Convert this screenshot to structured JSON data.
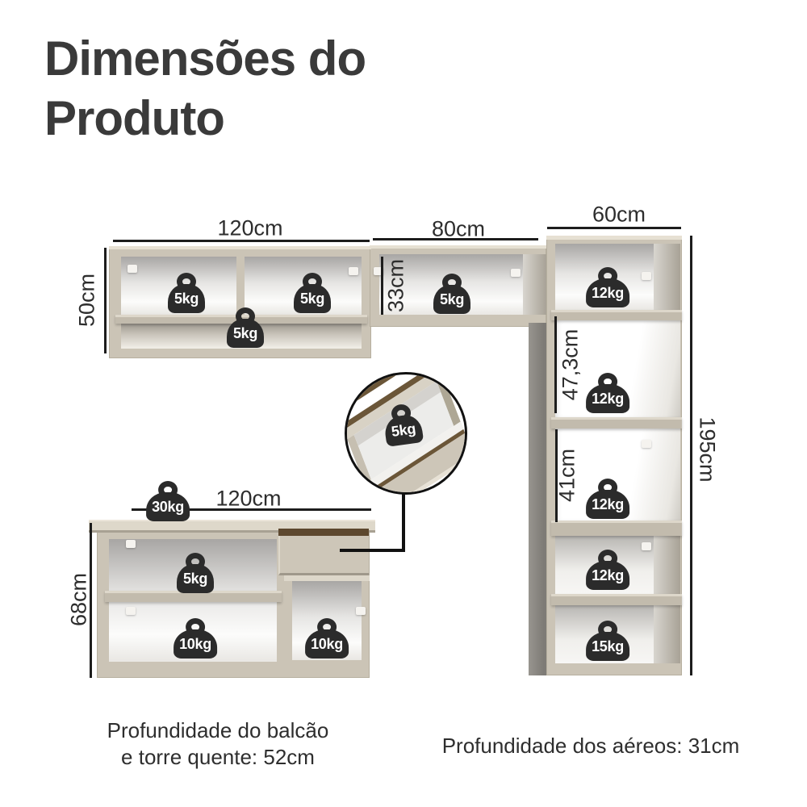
{
  "title": {
    "line1": "Dimensões do",
    "line2": "Produto"
  },
  "cabinets": {
    "aerial_left": {
      "width_label": "120cm",
      "height_label": "50cm",
      "weight_left": "5kg",
      "weight_right": "5kg",
      "weight_bottom": "5kg"
    },
    "aerial_mid": {
      "width_label": "80cm",
      "height_label": "33cm",
      "weight": "5kg"
    },
    "tower": {
      "width_label": "60cm",
      "height_label": "195cm",
      "weight_s1": "12kg",
      "section2_label": "47,3cm",
      "weight_s2": "12kg",
      "section3_label": "41cm",
      "weight_s3": "12kg",
      "weight_s4": "12kg",
      "weight_s5": "15kg"
    },
    "counter": {
      "width_label": "120cm",
      "height_label": "68cm",
      "weight_top": "30kg",
      "weight_shelf": "5kg",
      "weight_bottom_left": "10kg",
      "weight_bottom_right": "10kg"
    }
  },
  "drawer_detail": {
    "weight": "5kg"
  },
  "footnotes": {
    "left_line1": "Profundidade do balcão",
    "left_line2": "e torre quente: 52cm",
    "right": "Profundidade dos aéreos: 31cm"
  },
  "colors": {
    "weight_icon": "#2b2b2b",
    "cabinet_beige": "#cbc4b6",
    "cabinet_highlight": "#e6e0d3",
    "side_gray": "#8e8b86",
    "drawer_gap_brown": "#5d482f",
    "dimension_line": "#1d1d1d",
    "text": "#2f2f2f"
  }
}
